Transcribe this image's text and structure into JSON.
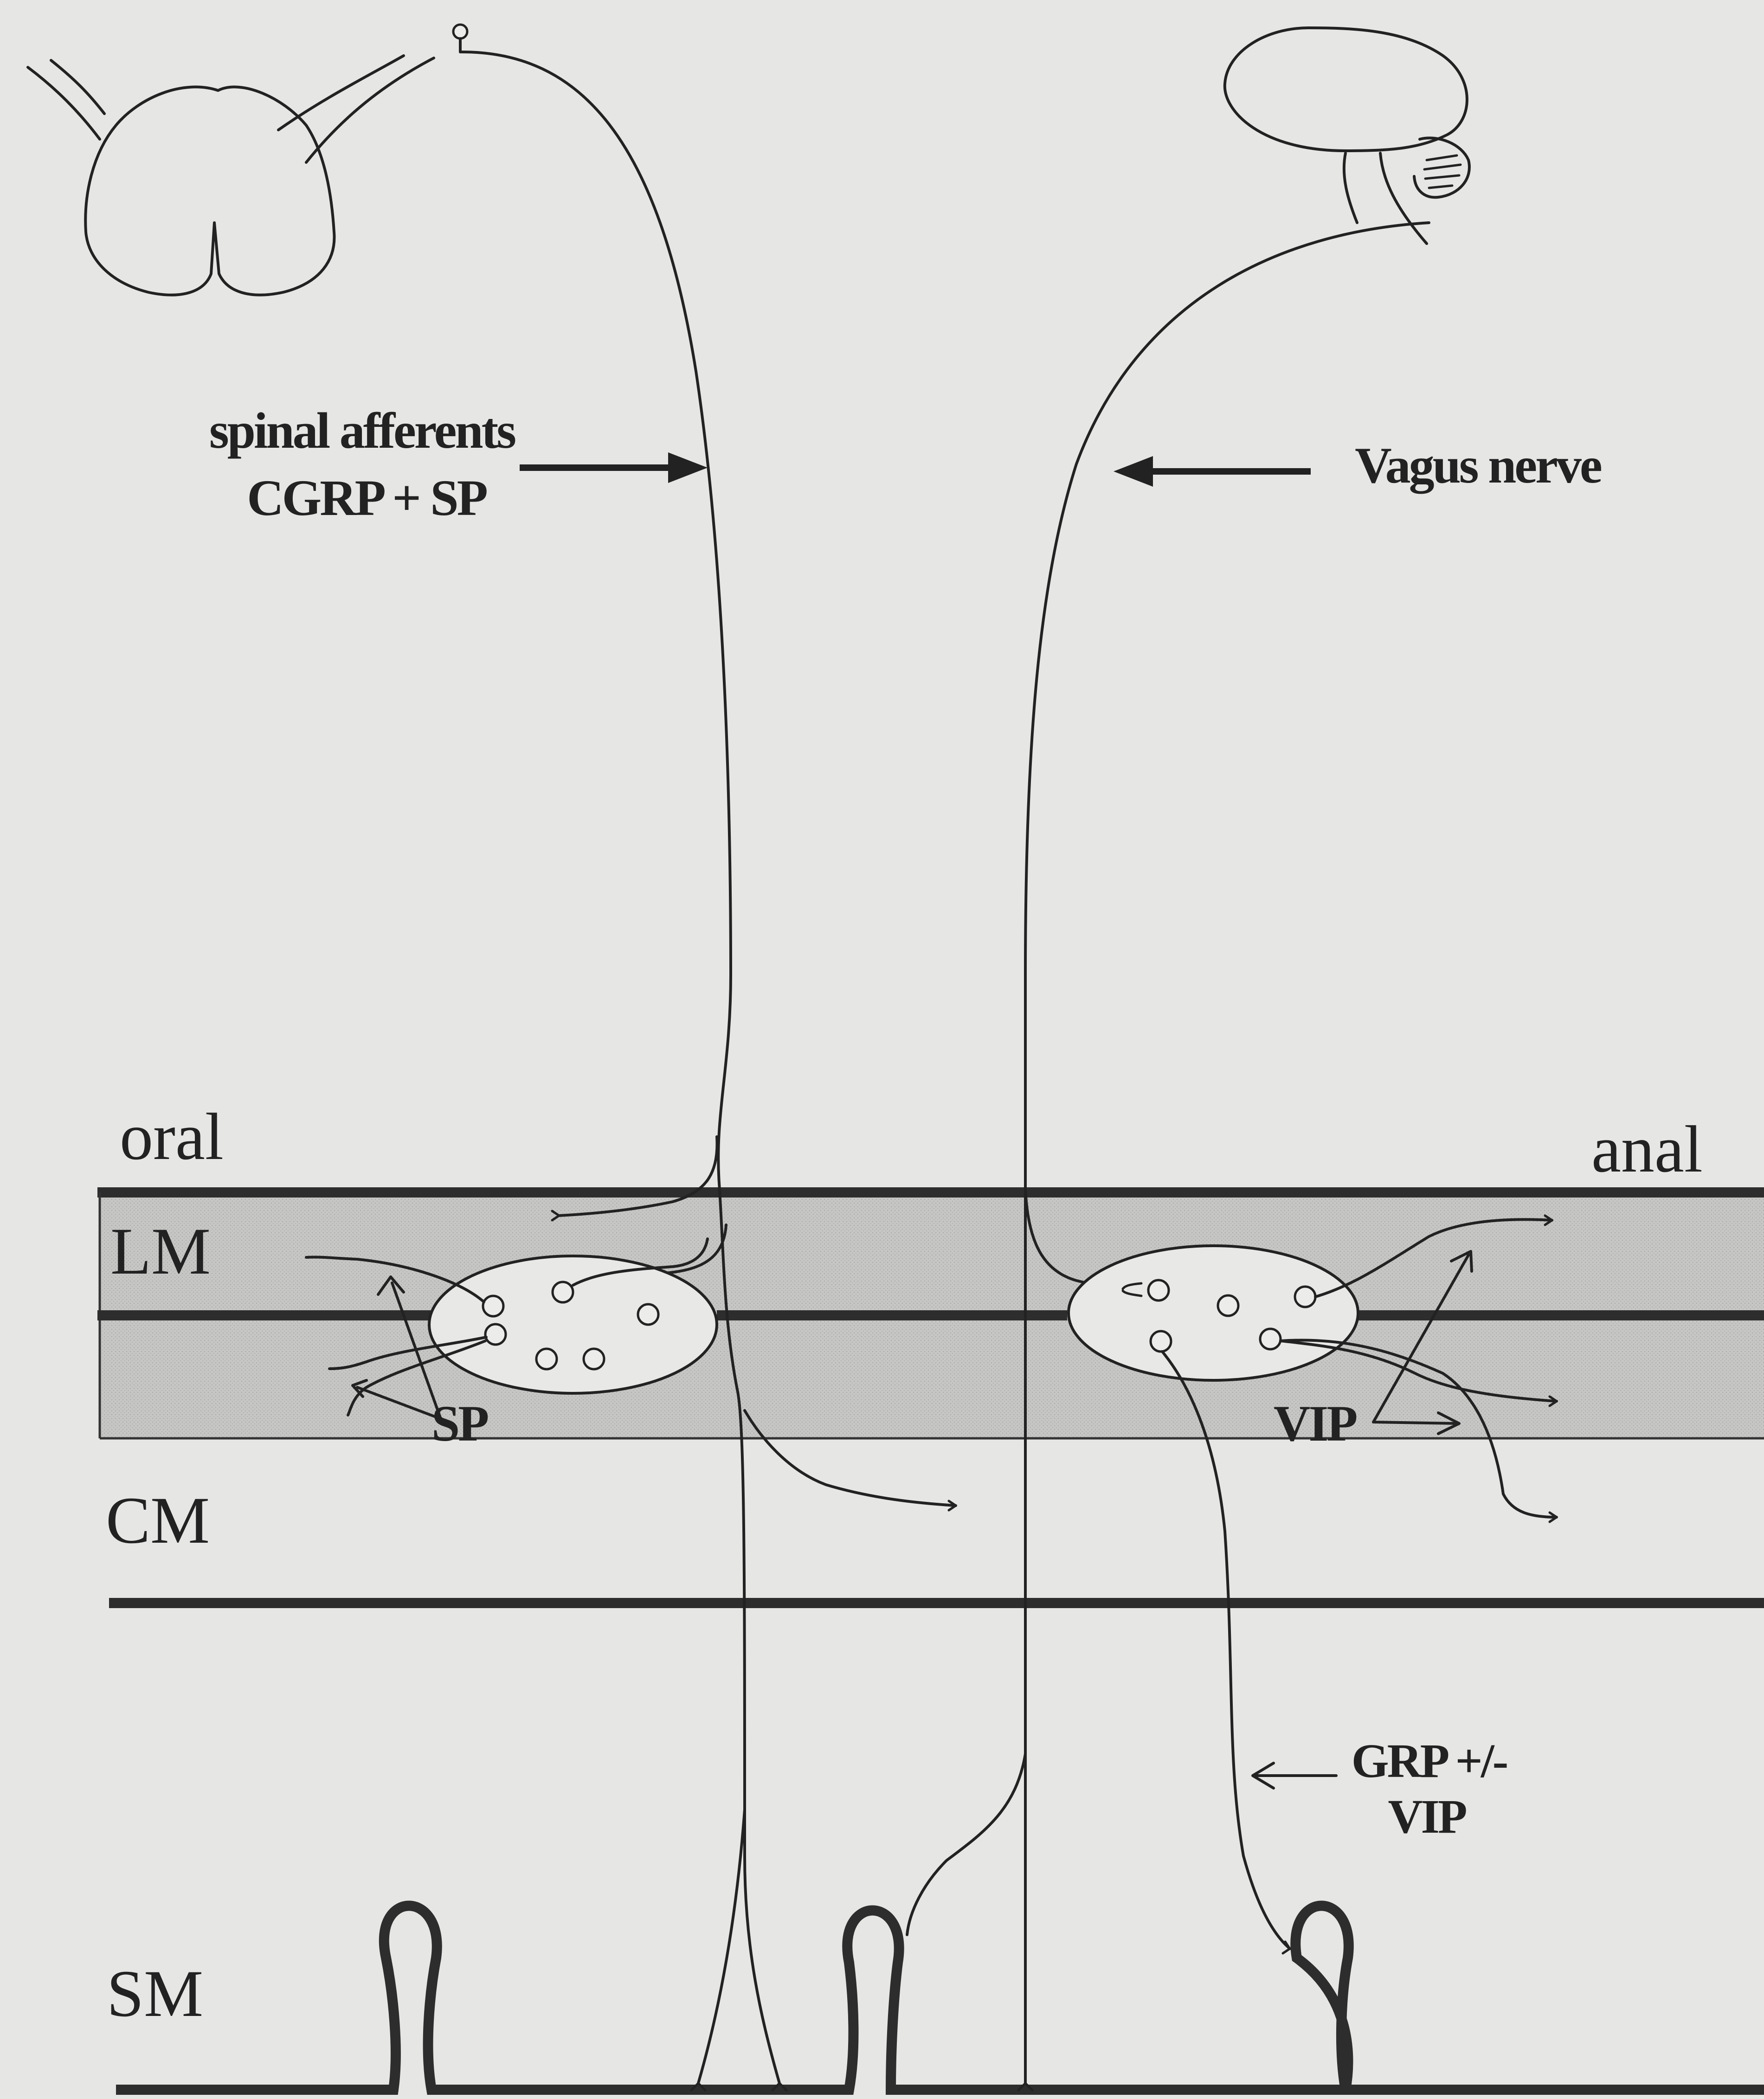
{
  "labels": {
    "spinal_afferents": "spinal afferents",
    "cgrp_sp": "CGRP + SP",
    "vagus_nerve": "Vagus nerve",
    "oral": "oral",
    "anal": "anal",
    "lm": "LM",
    "cm": "CM",
    "sm": "SM",
    "sp": "SP",
    "vip": "VIP",
    "grp_line1": "GRP +/-",
    "grp_line2": "VIP"
  },
  "colors": {
    "background": "#e6e6e4",
    "ink": "#222222",
    "muscle_band": "#c4c4c2"
  },
  "icons": [
    "spinal-cord-icon",
    "brain-icon",
    "dorsal-root-ganglion-icon"
  ]
}
